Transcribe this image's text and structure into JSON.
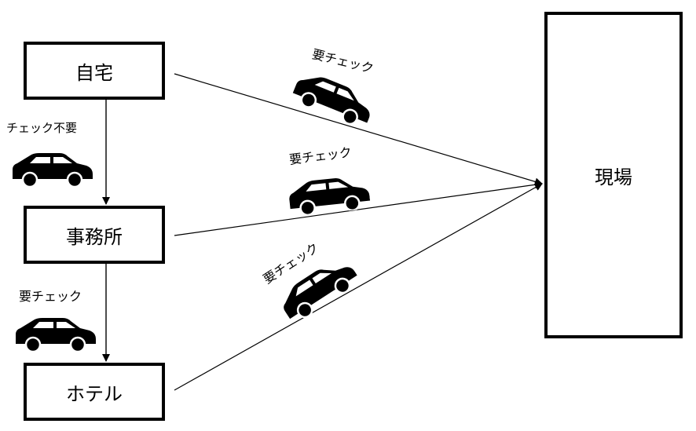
{
  "nodes": {
    "home": "自宅",
    "office": "事務所",
    "hotel": "ホテル",
    "site": "現場"
  },
  "labels": {
    "home_to_office": "チェック不要",
    "office_to_hotel": "要チェック",
    "home_to_site": "要チェック",
    "office_to_site": "要チェック",
    "hotel_to_site": "要チェック"
  },
  "icons": [
    "car-icon"
  ],
  "colors": {
    "line": "#000000",
    "fill": "#000000",
    "background": "#ffffff"
  }
}
